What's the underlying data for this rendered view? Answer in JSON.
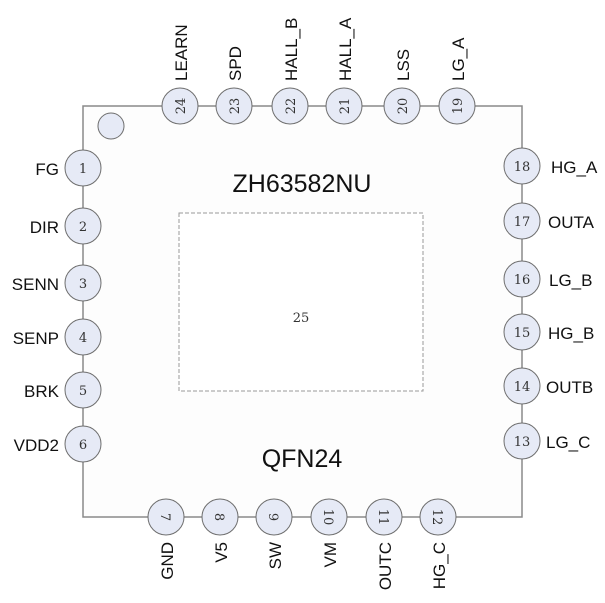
{
  "chip": {
    "part_number": "ZH63582NU",
    "package": "QFN24",
    "exposed_pad_number": "25"
  },
  "pins": {
    "left": [
      {
        "number": "1",
        "name": "FG"
      },
      {
        "number": "2",
        "name": "DIR"
      },
      {
        "number": "3",
        "name": "SENN"
      },
      {
        "number": "4",
        "name": "SENP"
      },
      {
        "number": "5",
        "name": "BRK"
      },
      {
        "number": "6",
        "name": "VDD2"
      }
    ],
    "bottom": [
      {
        "number": "7",
        "name": "GND"
      },
      {
        "number": "8",
        "name": "V5"
      },
      {
        "number": "9",
        "name": "SW"
      },
      {
        "number": "10",
        "name": "VM"
      },
      {
        "number": "11",
        "name": "OUTC"
      },
      {
        "number": "12",
        "name": "HG_C"
      }
    ],
    "right": [
      {
        "number": "13",
        "name": "LG_C"
      },
      {
        "number": "14",
        "name": "OUTB"
      },
      {
        "number": "15",
        "name": "HG_B"
      },
      {
        "number": "16",
        "name": "LG_B"
      },
      {
        "number": "17",
        "name": "OUTA"
      },
      {
        "number": "18",
        "name": "HG_A"
      }
    ],
    "top": [
      {
        "number": "19",
        "name": "LG_A"
      },
      {
        "number": "20",
        "name": "LSS"
      },
      {
        "number": "21",
        "name": "HALL_A"
      },
      {
        "number": "22",
        "name": "HALL_B"
      },
      {
        "number": "23",
        "name": "SPD"
      },
      {
        "number": "24",
        "name": "LEARN"
      }
    ]
  }
}
